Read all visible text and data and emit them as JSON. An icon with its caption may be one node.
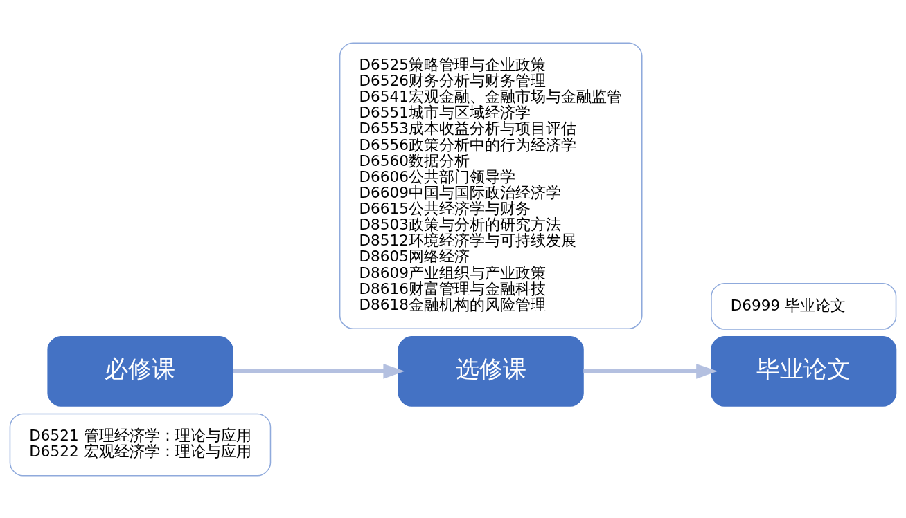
{
  "diagram": {
    "nodes": [
      {
        "text": [
          "必修课"
        ]
      },
      {
        "text": [
          "D6521 管理经济学：理论与应用",
          "D6522 宏观经济学：理论与应用"
        ]
      },
      {
        "text": [
          "选修课"
        ]
      },
      {
        "text": [
          "D6525策略管理与企业政策",
          "D6526财务分析与财务管理",
          "D6541宏观金融、金融市场与金融监管",
          "D6551城市与区域经济学",
          "D6553成本收益分析与项目评估",
          "D6556政策分析中的行为经济学",
          "D6560数据分析",
          "D6606公共部门领导学",
          "D6609中国与国际政治经济学",
          "D6615公共经济学与财务",
          "D8503政策与分析的研究方法",
          "D8512环境经济学与可持续发展",
          "D8605网络经济",
          "D8609产业组织与产业政策",
          "D8616财富管理与金融科技",
          "D8618金融机构的风险管理"
        ]
      },
      {
        "text": [
          "毕业论文"
        ]
      },
      {
        "text": [
          "D6999 毕业论文"
        ]
      }
    ],
    "edges": [
      {
        "from": 0,
        "to": 2,
        "arrow": "to"
      },
      {
        "from": 2,
        "to": 4,
        "arrow": "to"
      }
    ]
  }
}
